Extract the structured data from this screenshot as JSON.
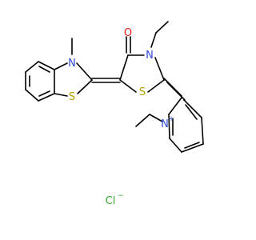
{
  "atoms": {
    "n_methyl": "N",
    "s_benzothiazole": "S",
    "o_carbonyl": "O",
    "n_ethyl": "N",
    "s_thiazolidine": "S",
    "n_pyridinium": "N",
    "n_pyridinium_charge": "+",
    "chloride": "Cl",
    "chloride_charge": "−"
  },
  "colors": {
    "bond": "#000000",
    "nitrogen": "#2e4bd6",
    "sulfur": "#b5a000",
    "oxygen": "#e0201b",
    "chlorine": "#37a82f"
  }
}
